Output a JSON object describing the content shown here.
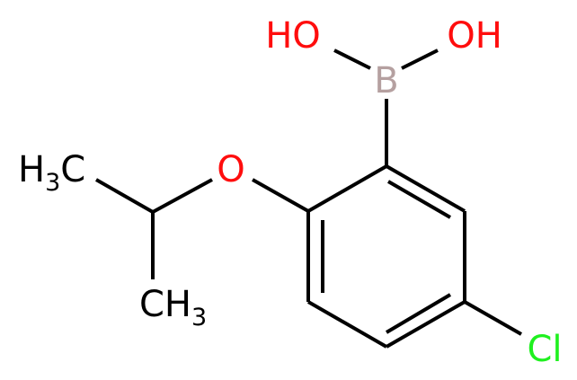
{
  "atoms": {
    "hydroxyl_left": "HO",
    "hydroxyl_right": "OH",
    "boron": "B",
    "ether_oxygen": "O",
    "chlorine": "Cl",
    "methyl_top_h": "H",
    "methyl_top_sub": "3",
    "methyl_top_c": "C",
    "methyl_bottom_c": "CH",
    "methyl_bottom_sub": "3"
  },
  "colors": {
    "oxygen": "#ff0d0d",
    "boron": "#b5a0a0",
    "chlorine": "#1ff01f",
    "carbon": "#000000"
  }
}
